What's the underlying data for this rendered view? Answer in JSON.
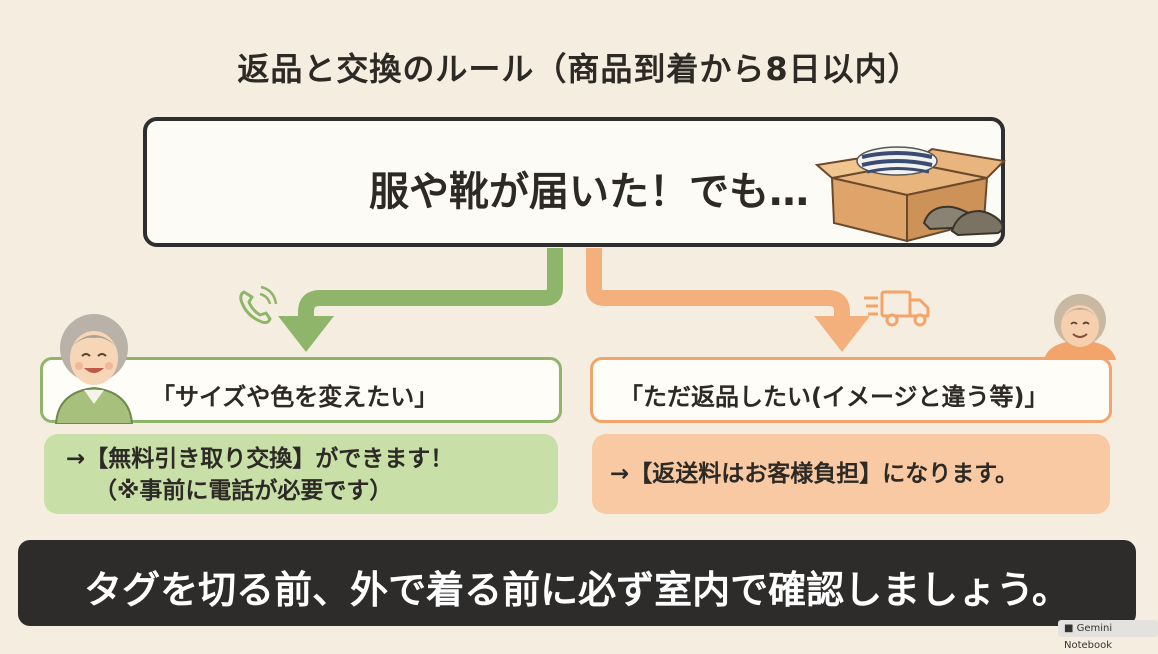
{
  "title": "返品と交換のルール（商品到着から8日以内）",
  "top_box": {
    "text": "服や靴が届いた！でも…"
  },
  "left_branch": {
    "label": "「サイズや色を変えたい」",
    "result_line1": "→【無料引き取り交換】ができます！",
    "result_line2": "（※事前に電話が必要です）",
    "color": "#8fb56a",
    "fill": "#c8e0a8"
  },
  "right_branch": {
    "label": "「ただ返品したい(イメージと違う等)」",
    "result_line1": "→【返送料はお客様負担】になります。",
    "color": "#f2a46a",
    "fill": "#f8c9a2"
  },
  "footer": {
    "text": "タグを切る前、外で着る前に必ず室内で確認しましょう。"
  },
  "badge": {
    "text": "Gemini Notebook"
  },
  "icons": [
    "box-clothes-shoes-icon",
    "phone-icon",
    "truck-icon",
    "grandma-avatar-icon",
    "grandpa-avatar-icon",
    "notebook-icon"
  ]
}
